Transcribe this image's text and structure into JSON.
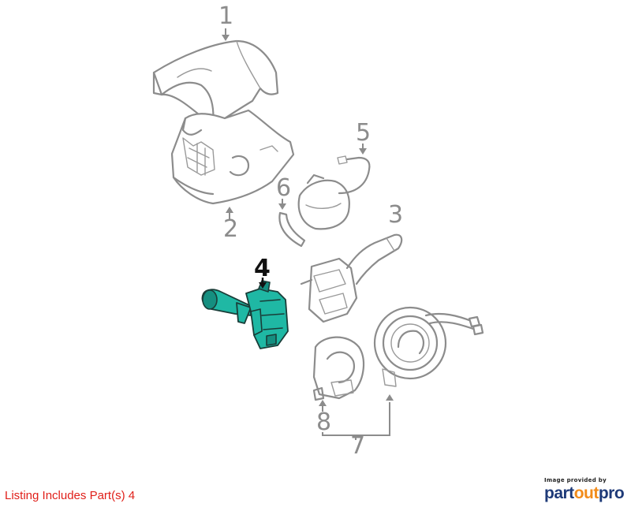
{
  "callouts": {
    "c1": "1",
    "c2": "2",
    "c3": "3",
    "c4": "4",
    "c5": "5",
    "c6": "6",
    "c7": "7",
    "c8": "8"
  },
  "highlighted_part": "4",
  "highlight_color": "#1fb8a4",
  "listing_text": "Listing Includes Part(s) 4",
  "listing_color": "#e0201a",
  "credit": {
    "caption": "Image provided by",
    "brand_part1": "part",
    "brand_part2": "out",
    "brand_part3": "pro"
  }
}
